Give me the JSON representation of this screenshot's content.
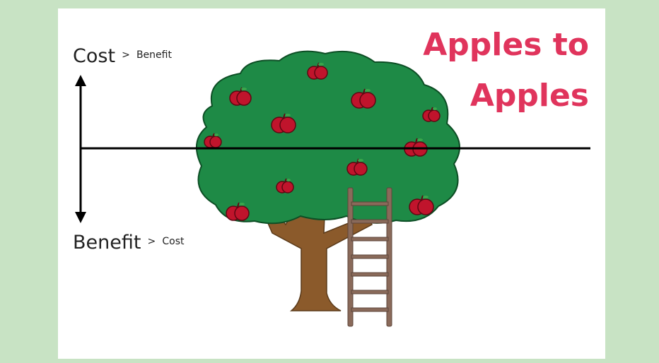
{
  "title": {
    "line1": "Apples to",
    "line2": "Apples"
  },
  "axis": {
    "top": {
      "main": "Cost",
      "comparator": ">",
      "secondary": "Benefit"
    },
    "bottom": {
      "main": "Benefit",
      "comparator": ">",
      "secondary": "Cost"
    }
  },
  "colors": {
    "background_frame": "#c8e3c4",
    "card": "#ffffff",
    "title": "#e0345c",
    "tree_foliage": "#1e8a46",
    "tree_trunk": "#8b5a2b",
    "apple": "#c0142c",
    "ladder": "#8a6a5a",
    "axis_line": "#000000"
  },
  "icons": {
    "tree": "apple-tree-icon",
    "ladder": "ladder-icon",
    "apple": "apple-icon"
  }
}
